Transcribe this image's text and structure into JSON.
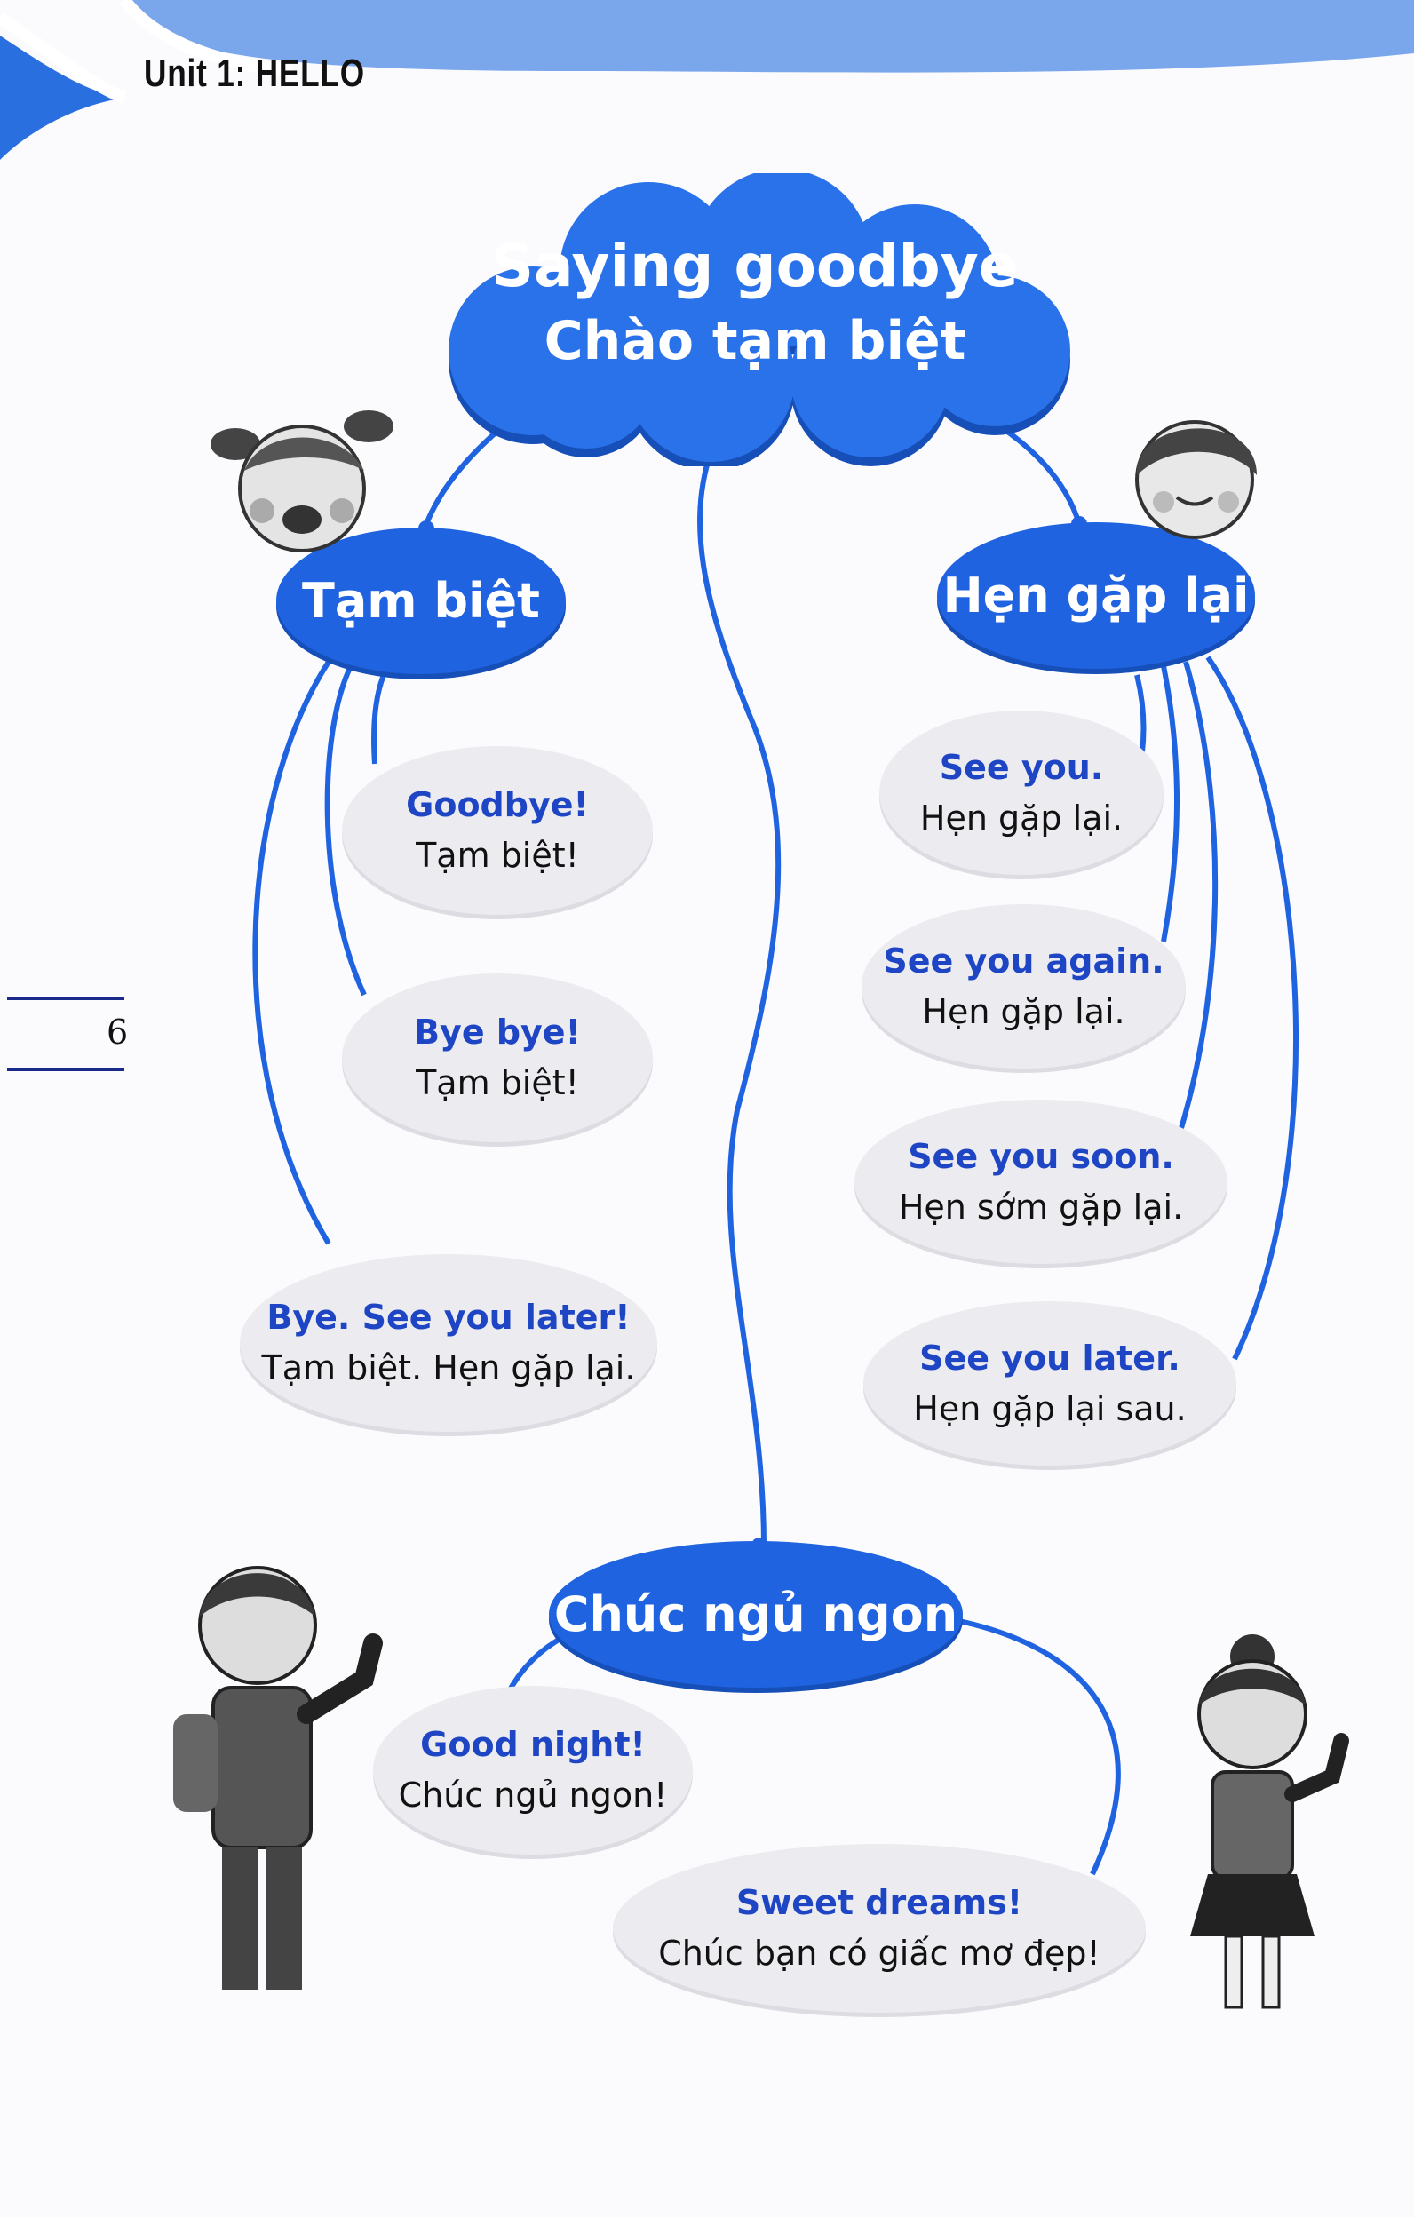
{
  "header": {
    "title": "Unit 1: HELLO"
  },
  "page_number": "6",
  "colors": {
    "accent": "#1f63e0",
    "bubble": "#ececf0",
    "english_text": "#1d45c4"
  },
  "cloud": {
    "title_en": "Saying goodbye",
    "title_vi": "Chào tạm biệt"
  },
  "branches": {
    "tam_biet": {
      "label": "Tạm biệt",
      "phrases": [
        {
          "en": "Goodbye!",
          "vi": "Tạm biệt!"
        },
        {
          "en": "Bye bye!",
          "vi": "Tạm biệt!"
        },
        {
          "en": "Bye. See you later!",
          "vi": "Tạm biệt. Hẹn gặp lại."
        }
      ]
    },
    "hen_gap_lai": {
      "label": "Hẹn gặp lại",
      "phrases": [
        {
          "en": "See you.",
          "vi": "Hẹn gặp lại."
        },
        {
          "en": "See you again.",
          "vi": "Hẹn gặp lại."
        },
        {
          "en": "See you soon.",
          "vi": "Hẹn sớm gặp lại."
        },
        {
          "en": "See you later.",
          "vi": "Hẹn gặp lại sau."
        }
      ]
    },
    "chuc_ngu_ngon": {
      "label": "Chúc ngủ ngon",
      "phrases": [
        {
          "en": "Good night!",
          "vi": "Chúc ngủ ngon!"
        },
        {
          "en": "Sweet dreams!",
          "vi": "Chúc bạn có giấc mơ đẹp!"
        }
      ]
    }
  }
}
